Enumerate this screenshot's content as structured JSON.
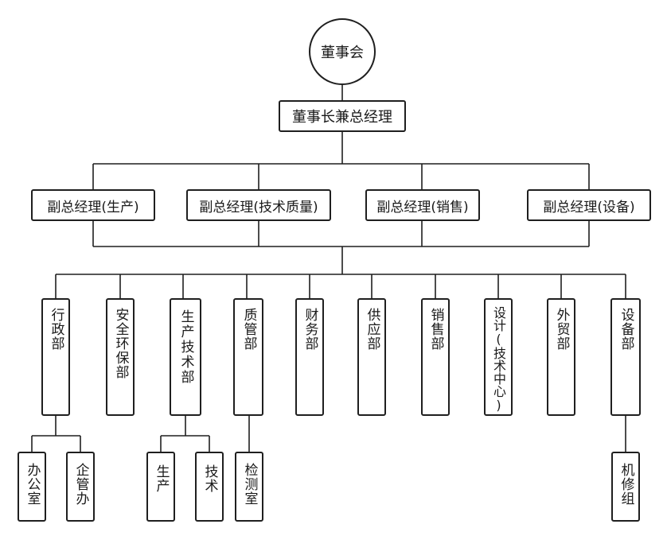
{
  "board": "董事会",
  "chairman": "董事长兼总经理",
  "vice_presidents": [
    "副总经理(生产)",
    "副总经理(技术质量)",
    "副总经理(销售)",
    "副总经理(设备)"
  ],
  "departments": [
    "行政部",
    "安全环保部",
    "生产技术部",
    "质管部",
    "财务部",
    "供应部",
    "销售部",
    "设计(技术中心)",
    "外贸部",
    "设备部"
  ],
  "sub_units": {
    "admin": [
      "办公室",
      "企管办"
    ],
    "production_tech": [
      "生产",
      "技术"
    ],
    "quality": [
      "检测室"
    ],
    "equipment": [
      "机修组"
    ]
  }
}
